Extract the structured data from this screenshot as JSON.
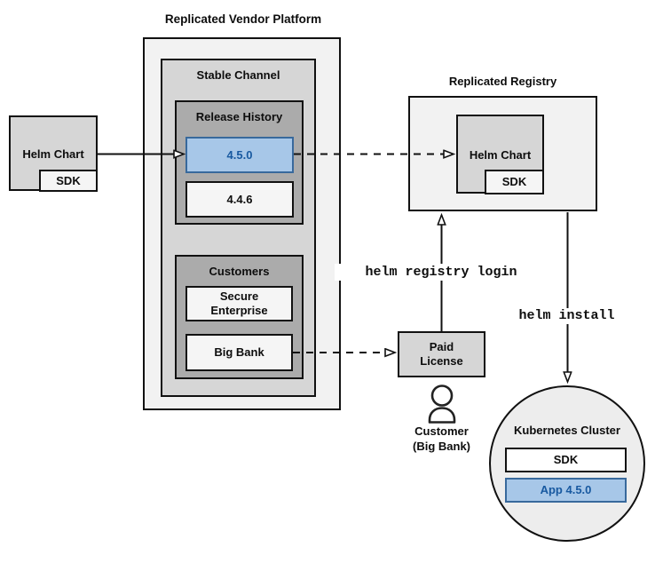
{
  "titles": {
    "vendor_platform": "Replicated Vendor Platform",
    "registry": "Replicated Registry"
  },
  "vendor_platform": {
    "stable_channel_label": "Stable Channel",
    "release_history_label": "Release History",
    "releases": [
      {
        "version": "4.5.0",
        "highlighted": true
      },
      {
        "version": "4.4.6",
        "highlighted": false
      }
    ],
    "customers_label": "Customers",
    "customers": [
      {
        "name": "Secure Enterprise"
      },
      {
        "name": "Big Bank"
      }
    ]
  },
  "source_chart": {
    "label": "Helm Chart",
    "sdk": "SDK"
  },
  "registry": {
    "helm_chart_label": "Helm Chart",
    "sdk": "SDK"
  },
  "paid_license_label": "Paid License",
  "customer_caption": {
    "line1": "Customer",
    "line2": "(Big Bank)"
  },
  "commands": {
    "registry_login": "helm registry login",
    "install": "helm install"
  },
  "cluster": {
    "label": "Kubernetes Cluster",
    "sdk": "SDK",
    "app": "App 4.5.0"
  },
  "colors": {
    "highlight_fill": "#a7c7e8",
    "highlight_border": "#38699c",
    "highlight_text": "#1859a0",
    "container_fill": "#f2f2f2",
    "mid_gray_fill": "#d6d6d6",
    "inner_gray_fill": "#ababab",
    "item_fill": "#f5f5f5"
  }
}
